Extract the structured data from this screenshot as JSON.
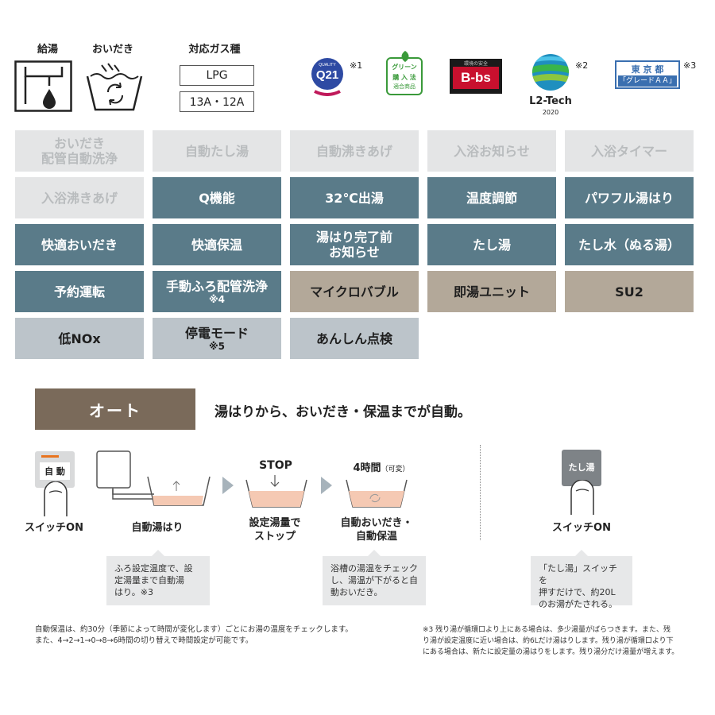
{
  "top": {
    "kyuto_label": "給湯",
    "oidaki_label": "おいだき",
    "gas_label": "対応ガス種",
    "gas_types": [
      "LPG",
      "13A・12A"
    ],
    "certs": {
      "q21_note": "※1",
      "q21_text": "Q21",
      "q21_small": "QUALITY",
      "green_lines": [
        "グリーン",
        "購 入 法",
        "適合商品"
      ],
      "bbs_top": "環境の安全",
      "bbs_text": "B-bs",
      "l2tech_note": "※2",
      "l2tech_name": "L2-Tech",
      "l2tech_year": "2020",
      "tokyo_note": "※3",
      "tokyo_line1": "東 京 都",
      "tokyo_line2": "「グレードＡＡ」"
    }
  },
  "features": [
    {
      "lines": [
        "おいだき",
        "配管自動洗浄"
      ],
      "state": "off"
    },
    {
      "lines": [
        "自動たし湯"
      ],
      "state": "off"
    },
    {
      "lines": [
        "自動沸きあげ"
      ],
      "state": "off"
    },
    {
      "lines": [
        "入浴お知らせ"
      ],
      "state": "off"
    },
    {
      "lines": [
        "入浴タイマー"
      ],
      "state": "off"
    },
    {
      "lines": [
        "入浴沸きあげ"
      ],
      "state": "off"
    },
    {
      "lines": [
        "Q機能"
      ],
      "state": "on"
    },
    {
      "lines": [
        "32℃出湯"
      ],
      "state": "on"
    },
    {
      "lines": [
        "温度調節"
      ],
      "state": "on"
    },
    {
      "lines": [
        "パワフル湯はり"
      ],
      "state": "on"
    },
    {
      "lines": [
        "快適おいだき"
      ],
      "state": "on"
    },
    {
      "lines": [
        "快適保温"
      ],
      "state": "on"
    },
    {
      "lines": [
        "湯はり完了前",
        "お知らせ"
      ],
      "state": "on"
    },
    {
      "lines": [
        "たし湯"
      ],
      "state": "on"
    },
    {
      "lines": [
        "たし水（ぬる湯）"
      ],
      "state": "on"
    },
    {
      "lines": [
        "予約運転"
      ],
      "state": "on"
    },
    {
      "lines": [
        "手動ふろ配管洗浄"
      ],
      "sub": "※4",
      "state": "on"
    },
    {
      "lines": [
        "マイクロバブル"
      ],
      "state": "opt"
    },
    {
      "lines": [
        "即湯ユニット"
      ],
      "state": "opt"
    },
    {
      "lines": [
        "SU2"
      ],
      "state": "opt"
    },
    {
      "lines": [
        "低NOx"
      ],
      "state": "light"
    },
    {
      "lines": [
        "停電モード"
      ],
      "sub": "※5",
      "state": "light"
    },
    {
      "lines": [
        "あんしん点検"
      ],
      "state": "light"
    }
  ],
  "auto": {
    "badge": "オート",
    "description": "湯はりから、おいだき・保温までが自動。",
    "switch_button": "自 動",
    "step1": "スイッチON",
    "step2": "自動湯はり",
    "stop_label": "STOP",
    "step3_line1": "設定湯量で",
    "step3_line2": "ストップ",
    "time_label": "4時間",
    "time_sub": "（可変）",
    "step4_line1": "自動おいだき・",
    "step4_line2": "自動保温",
    "callout1": [
      "ふろ設定温度で、設",
      "定湯量まで自動湯",
      "はり。※3"
    ],
    "callout2": [
      "浴槽の湯温をチェック",
      "し、湯温が下がると自",
      "動おいだき。"
    ]
  },
  "tashiyu": {
    "button": "たし湯",
    "label": "スイッチON",
    "callout": [
      "「たし湯」スイッチを",
      "押すだけで、約20L",
      "のお湯がたされる。"
    ]
  },
  "footnotes": {
    "left": [
      "自動保温は、約30分（季節によって時間が変化します）ごとにお湯の温度をチェックします。",
      "また、4→2→1→0→8→6時間の切り替えで時間設定が可能です。"
    ],
    "right": [
      "※3 残り湯が循環口より上にある場合は、多少湯量がばらつきます。また、残",
      "り湯が設定温度に近い場合は、約6Lだけ湯はりします。残り湯が循環口より下",
      "にある場合は、新たに設定量の湯はりをします。残り湯分だけ湯量が増えます。"
    ]
  },
  "colors": {
    "off": "#e4e5e6",
    "on": "#5a7b89",
    "option": "#b3a899",
    "light": "#bcc4ca",
    "auto_badge": "#7a6a5a",
    "water": "#f5c9b3"
  }
}
